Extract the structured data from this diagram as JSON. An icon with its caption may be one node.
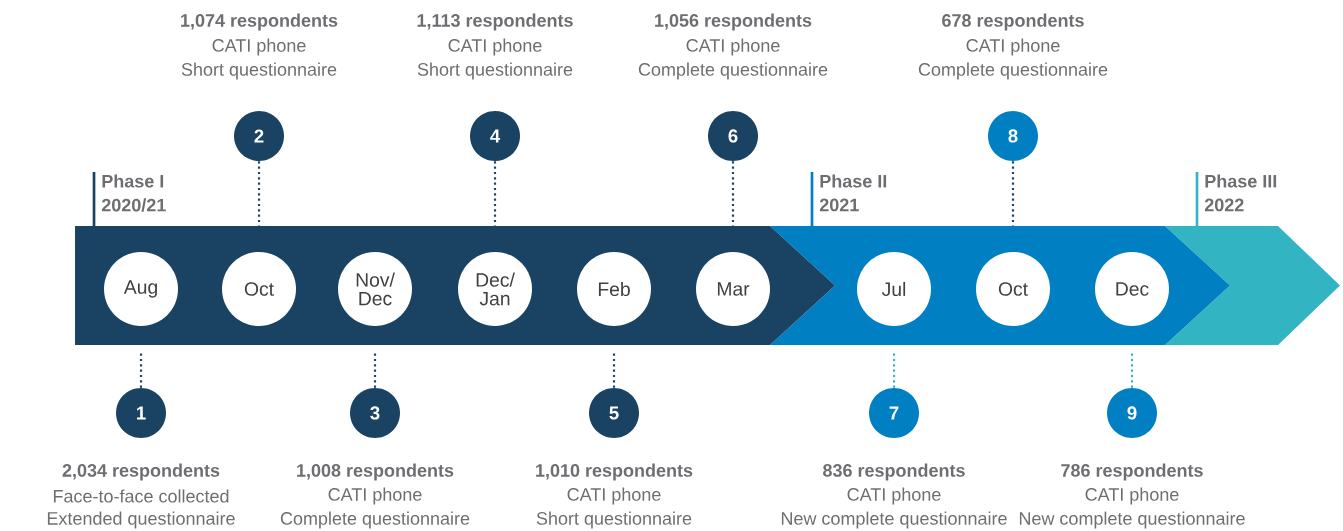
{
  "diagram": {
    "nodes": [
      {
        "text": [
          "Phase I",
          "2020/21"
        ]
      },
      {
        "text": [
          "Phase II",
          "2021"
        ]
      },
      {
        "text": [
          "Phase III",
          "2022"
        ]
      },
      {
        "text": [
          "Aug"
        ],
        "in": 0
      },
      {
        "text": [
          "Oct"
        ],
        "in": 0
      },
      {
        "text": [
          "Nov/ Dec"
        ],
        "in": 0
      },
      {
        "text": [
          "Dec/ Jan"
        ],
        "in": 0
      },
      {
        "text": [
          "Feb"
        ],
        "in": 0
      },
      {
        "text": [
          "Mar"
        ],
        "in": 0
      },
      {
        "text": [
          "Jul"
        ],
        "in": 1
      },
      {
        "text": [
          "Oct"
        ],
        "in": 1
      },
      {
        "text": [
          "Dec"
        ],
        "in": 1
      },
      {
        "text": [
          "1"
        ],
        "beside": [
          "2,034 respondents",
          "Face-to-face collected",
          "Extended questionnaire"
        ]
      },
      {
        "text": [
          "2"
        ],
        "beside": [
          "1,074 respondents",
          "CATI phone",
          "Short questionnaire"
        ]
      },
      {
        "text": [
          "3"
        ],
        "beside": [
          "1,008 respondents",
          "CATI phone",
          "Complete questionnaire"
        ]
      },
      {
        "text": [
          "4"
        ],
        "beside": [
          "1,113 respondents",
          "CATI phone",
          "Short questionnaire"
        ]
      },
      {
        "text": [
          "5"
        ],
        "beside": [
          "1,010 respondents",
          "CATI phone",
          "Short questionnaire"
        ]
      },
      {
        "text": [
          "6"
        ],
        "beside": [
          "1,056 respondents",
          "CATI phone",
          "Complete questionnaire"
        ]
      },
      {
        "text": [
          "7"
        ],
        "beside": [
          "836 respondents",
          "CATI phone",
          "New complete questionnaire"
        ]
      },
      {
        "text": [
          "8"
        ],
        "beside": [
          "678 respondents",
          "CATI phone",
          "Complete questionnaire"
        ]
      },
      {
        "text": [
          "9"
        ],
        "beside": [
          "786 respondents",
          "CATI phone",
          "New complete questionnaire"
        ]
      }
    ],
    "edges": [
      {
        "from": 12,
        "to": 3,
        "arrow": "none",
        "style": "dashed"
      },
      {
        "from": 13,
        "to": 4,
        "arrow": "none",
        "style": "dashed"
      },
      {
        "from": 14,
        "to": 5,
        "arrow": "none",
        "style": "dashed"
      },
      {
        "from": 15,
        "to": 6,
        "arrow": "none",
        "style": "dashed"
      },
      {
        "from": 16,
        "to": 7,
        "arrow": "none",
        "style": "dashed"
      },
      {
        "from": 17,
        "to": 8,
        "arrow": "none",
        "style": "dashed"
      },
      {
        "from": 18,
        "to": 9,
        "arrow": "none",
        "style": "dashed",
        "color": "#33b4c3"
      },
      {
        "from": 19,
        "to": 10,
        "arrow": "none",
        "style": "dashed"
      },
      {
        "from": 20,
        "to": 11,
        "arrow": "none",
        "style": "dashed",
        "color": "#33b4c3"
      }
    ]
  }
}
